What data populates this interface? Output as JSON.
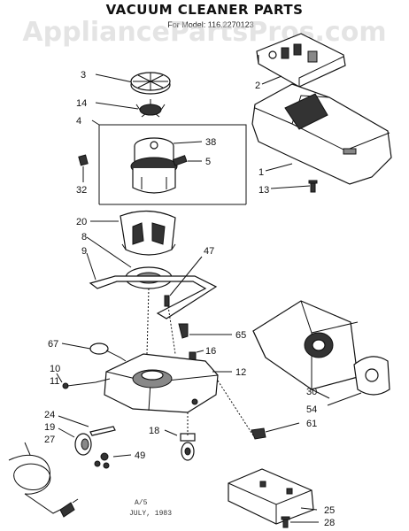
{
  "title": "VACUUM CLEANER PARTS",
  "model_line": "For Model: 116.2270123",
  "watermark": "AppliancePartsPros.com",
  "stamp": {
    "line1": "A/5",
    "line2": "JULY, 1983"
  },
  "callouts": {
    "c2": "2",
    "c3": "3",
    "c4": "4",
    "c14": "14",
    "c38": "38",
    "c5": "5",
    "c32": "32",
    "c1": "1",
    "c13": "13",
    "c20": "20",
    "c8": "8",
    "c9": "9",
    "c47": "47",
    "c67": "67",
    "c65": "65",
    "c16": "16",
    "c10": "10",
    "c11": "11",
    "c12": "12",
    "c30": "30",
    "c54": "54",
    "c61": "61",
    "c24": "24",
    "c19": "19",
    "c27": "27",
    "c18": "18",
    "c49": "49",
    "c25": "25",
    "c28": "28"
  }
}
